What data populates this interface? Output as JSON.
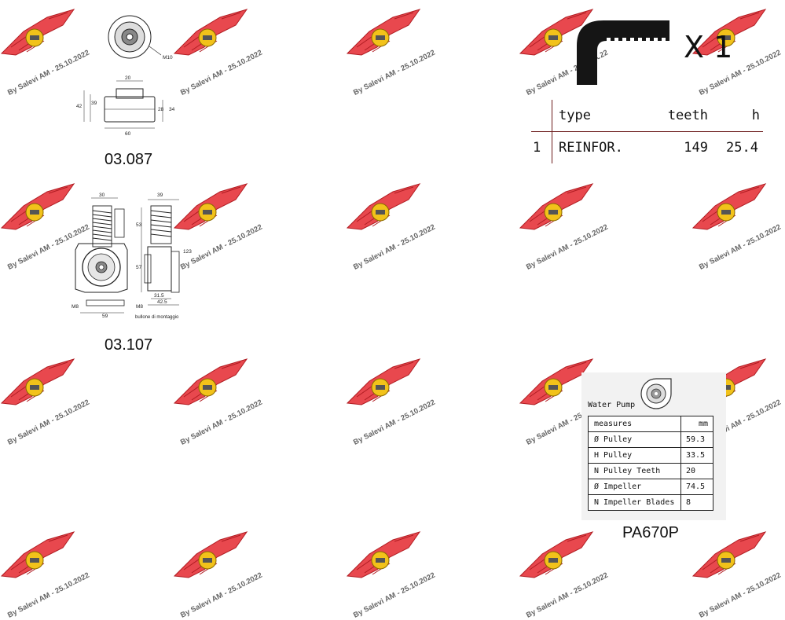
{
  "watermark": {
    "text": "By Salevi AM - 25.10.2022"
  },
  "parts": {
    "pulley_label": "03.087",
    "tensioner_label": "03.107",
    "pump_label": "PA670P"
  },
  "pulley_dims": {
    "d1": "20",
    "d2": "42",
    "d3": "39",
    "d4": "28",
    "d5": "34",
    "d6": "60",
    "d7": "M10"
  },
  "tensioner_dims": {
    "d1": "30",
    "d2": "39",
    "d3": "53",
    "d4": "57",
    "d5": "123",
    "d6": "31.5",
    "d7": "42.5",
    "d8": "59",
    "d9": "M8",
    "d10": "M8",
    "note": "bullone di montaggio"
  },
  "belt": {
    "quantity": "X 1",
    "headers": {
      "type": "type",
      "teeth": "teeth",
      "h": "h"
    },
    "row": {
      "index": "1",
      "type": "REINFOR.",
      "teeth": "149",
      "h": "25.4"
    }
  },
  "water_pump": {
    "title": "Water Pump",
    "header_label": "measures",
    "header_unit": "mm",
    "rows": [
      {
        "label": "Ø Pulley",
        "value": "59.3"
      },
      {
        "label": "H Pulley",
        "value": "33.5"
      },
      {
        "label": "N Pulley Teeth",
        "value": "20"
      },
      {
        "label": "Ø Impeller",
        "value": "74.5"
      },
      {
        "label": "N Impeller Blades",
        "value": "8"
      }
    ]
  },
  "colors": {
    "wing": "#e8484e",
    "wing_dark": "#b01c22",
    "badge": "#f2c21a",
    "watermark_text": "#666666"
  }
}
